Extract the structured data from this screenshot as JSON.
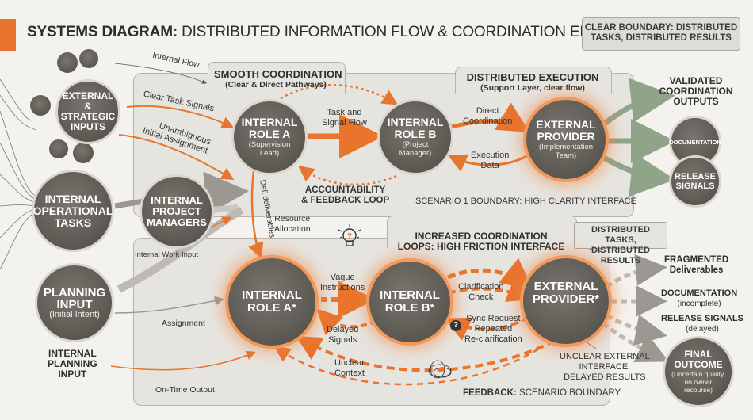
{
  "title": {
    "bold": "SYSTEMS DIAGRAM:",
    "rest": "DISTRIBUTED INFORMATION FLOW & COORDINATION EFFICIENCY"
  },
  "top_box": {
    "line1": "CLEAR BOUNDARY: DISTRIBUTED",
    "line2": "TASKS, DISTRIBUTED RESULTS"
  },
  "inputs": {
    "external": {
      "line1": "EXTERNAL",
      "line2": "& STRATEGIC",
      "line3": "INPUTS"
    },
    "operational": {
      "line1": "INTERNAL",
      "line2": "OPERATIONAL",
      "line3": "TASKS"
    },
    "planning": {
      "line1": "PLANNING",
      "line2": "INPUT",
      "line3": "(Initial Intent)"
    },
    "planning2": {
      "line1": "INTERNAL",
      "line2": "PLANNING",
      "line3": "INPUT"
    },
    "pm": {
      "line1": "INTERNAL",
      "line2": "PROJECT",
      "line3": "MANAGERS"
    }
  },
  "labels": {
    "internal_flow": "Internal Flow",
    "clear_task": "Clear Task Signals",
    "unambiguous1": "Unambiguous",
    "unambiguous2": "Initial Assignment",
    "def_deliverables": "Defi deliverables",
    "resource1": "Resource",
    "resource2": "Allocation",
    "internal_work": "Internal Work Input",
    "assignment": "Assignment",
    "ontime": "On-Time Output"
  },
  "scenario1": {
    "header": "SMOOTH COORDINATION",
    "sub": "(Clear & Direct Pathways)",
    "role_a": {
      "t1": "INTERNAL",
      "t2": "ROLE A",
      "s1": "(Supervision",
      "s2": "Lead)"
    },
    "role_b": {
      "t1": "INTERNAL",
      "t2": "ROLE B",
      "s1": "(Project",
      "s2": "Manager)"
    },
    "provider": {
      "t1": "EXTERNAL",
      "t2": "PROVIDER",
      "s1": "(Implementation",
      "s2": "Team)"
    },
    "task_flow1": "Task and",
    "task_flow2": "Signal Flow",
    "direct1": "Direct",
    "direct2": "Coordination",
    "exec1": "Execution",
    "exec2": "Data",
    "accountability1": "ACCOUNTABILITY",
    "accountability2": "& FEEDBACK LOOP",
    "dist_header": "DISTRIBUTED EXECUTION",
    "dist_sub": "(Support Layer, clear flow)",
    "boundary": "SCENARIO 1 BOUNDARY: HIGH CLARITY INTERFACE"
  },
  "outputs1": {
    "header1": "VALIDATED",
    "header2": "COORDINATION",
    "header3": "OUTPUTS",
    "doc": "DOCUMENTATION",
    "release1": "RELEASE",
    "release2": "SIGNALS"
  },
  "scenario2": {
    "header1": "INCREASED COORDINATION",
    "header2": "LOOPS: HIGH FRICTION INTERFACE",
    "callout1": "DISTRIBUTED TASKS,",
    "callout2": "DISTRIBUTED RESULTS",
    "role_a": {
      "t1": "INTERNAL",
      "t2": "ROLE A*"
    },
    "role_b": {
      "t1": "INTERNAL",
      "t2": "ROLE B*"
    },
    "provider": {
      "t1": "EXTERNAL",
      "t2": "PROVIDER*"
    },
    "vague1": "Vague",
    "vague2": "Instructions",
    "clarif1": "Clarification",
    "clarif2": "Check",
    "delayed1": "Delayed",
    "delayed2": "Signals",
    "sync1": "Sync Request",
    "sync2": "Repeated",
    "sync3": "Re-clarification",
    "unclear1": "Unclear",
    "unclear2": "Context",
    "unclear_ext1": "UNCLEAR EXTERNAL",
    "unclear_ext2": "INTERFACE:",
    "unclear_ext3": "DELAYED RESULTS",
    "feedback_bold": "FEEDBACK:",
    "feedback_rest": "SCENARIO BOUNDARY"
  },
  "outputs2": {
    "frag1": "FRAGMENTED",
    "frag2": "Deliverables",
    "doc1": "DOCUMENTATION",
    "doc2": "(incomplete)",
    "rel1": "RELEASE SIGNALS",
    "rel2": "(delayed)",
    "final1": "FINAL",
    "final2": "OUTCOME",
    "final3": "(Uncertain quality,",
    "final4": "no owner",
    "final5": "recourse)"
  },
  "colors": {
    "accent": "#e8742d",
    "node": "#5a5650",
    "panel": "#e6e4df",
    "output_arrow": "#8fa488"
  }
}
